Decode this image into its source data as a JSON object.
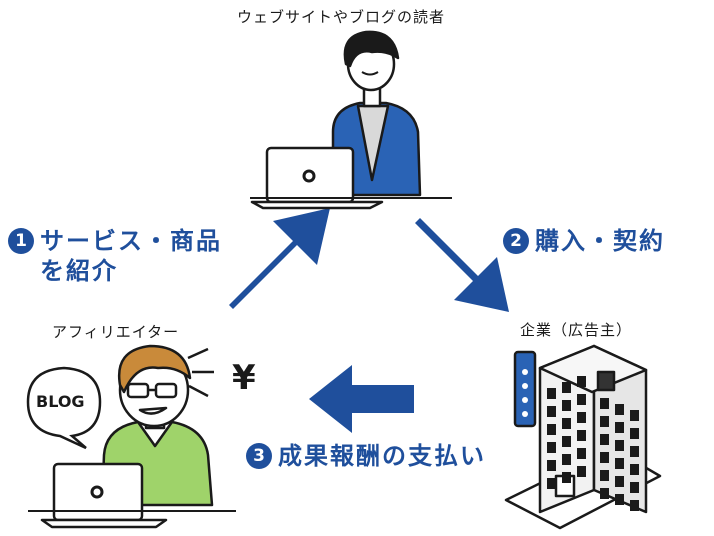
{
  "nodes": {
    "reader": "ウェブサイトやブログの読者",
    "affiliate": "アフィリエイター",
    "advertiser": "企業（広告主）"
  },
  "blog_bubble": "BLOG",
  "money_symbol": "¥",
  "steps": [
    {
      "num": "1",
      "text": "サービス・商品\nを紹介"
    },
    {
      "num": "2",
      "text": "購入・契約"
    },
    {
      "num": "3",
      "text": "成果報酬の支払い"
    }
  ],
  "colors": {
    "arrow": "#1f4f9c",
    "reader_jacket": "#2a63b5",
    "affiliate_shirt": "#9fd36a",
    "building": "#e6e6e6"
  }
}
